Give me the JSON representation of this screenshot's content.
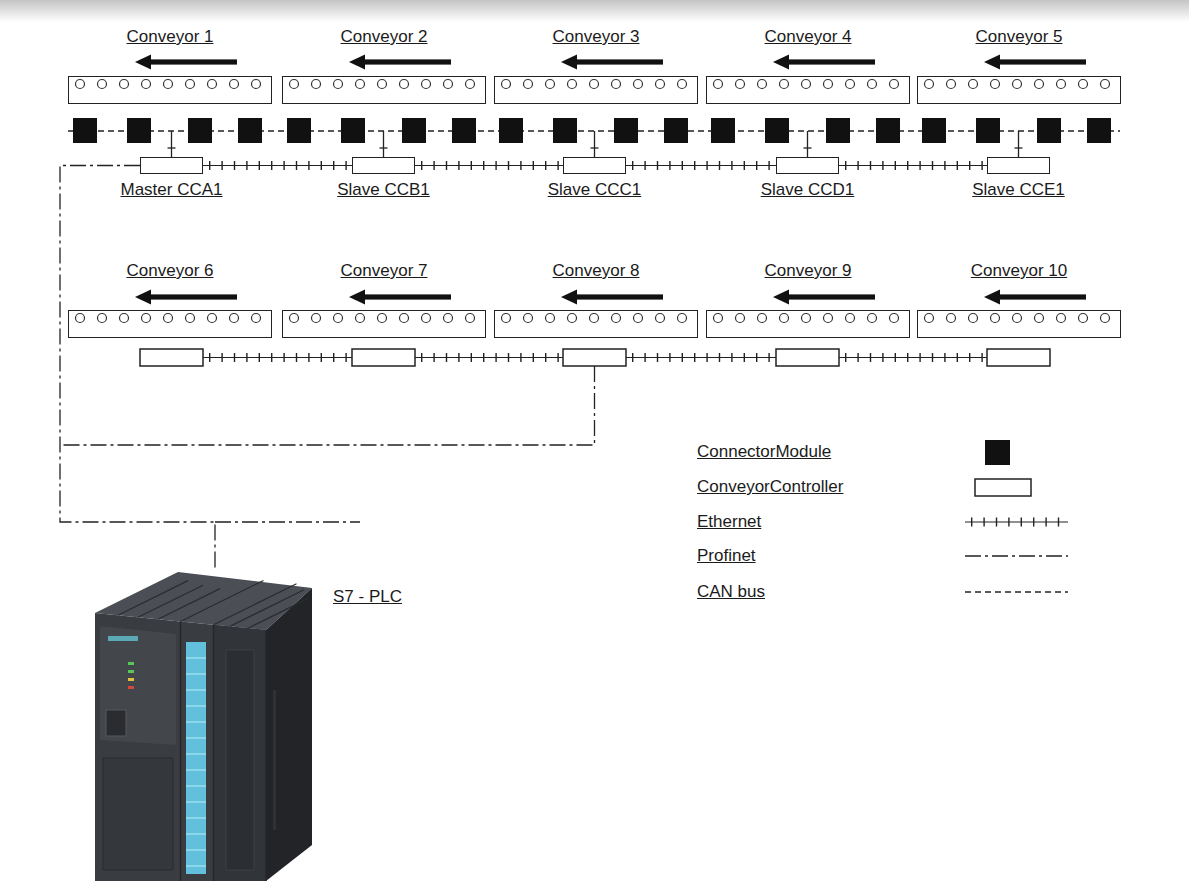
{
  "diagram": {
    "nodes": [
      {
        "text": [
          "Conveyor 1"
        ]
      },
      {
        "text": [
          "Conveyor 2"
        ]
      },
      {
        "text": [
          "Conveyor 3"
        ]
      },
      {
        "text": [
          "Conveyor 4"
        ]
      },
      {
        "text": [
          "Conveyor 5"
        ]
      },
      {
        "text": [
          "Master CCA1"
        ]
      },
      {
        "text": [
          "Slave CCB1"
        ]
      },
      {
        "text": [
          "Slave CCC1"
        ]
      },
      {
        "text": [
          "Slave CCD1"
        ]
      },
      {
        "text": [
          "Slave CCE1"
        ]
      },
      {
        "text": [
          "Conveyor 6"
        ]
      },
      {
        "text": [
          "Conveyor 7"
        ]
      },
      {
        "text": [
          "Conveyor 8"
        ]
      },
      {
        "text": [
          "Conveyor 9"
        ]
      },
      {
        "text": [
          "Conveyor 10"
        ]
      },
      {
        "text": [
          "S7 - PLC"
        ]
      }
    ],
    "edges": [
      {
        "from": 5,
        "to": 6,
        "arrow": "none"
      },
      {
        "from": 6,
        "to": 7,
        "arrow": "none"
      },
      {
        "from": 7,
        "to": 8,
        "arrow": "none"
      },
      {
        "from": 8,
        "to": 9,
        "arrow": "none"
      },
      {
        "from": 5,
        "to": 15,
        "arrow": "none"
      }
    ],
    "legend": [
      {
        "text": "ConnectorModule"
      },
      {
        "text": "ConveyorController"
      },
      {
        "text": "Ethernet"
      },
      {
        "text": "Profinet"
      },
      {
        "text": "CAN bus"
      }
    ]
  }
}
